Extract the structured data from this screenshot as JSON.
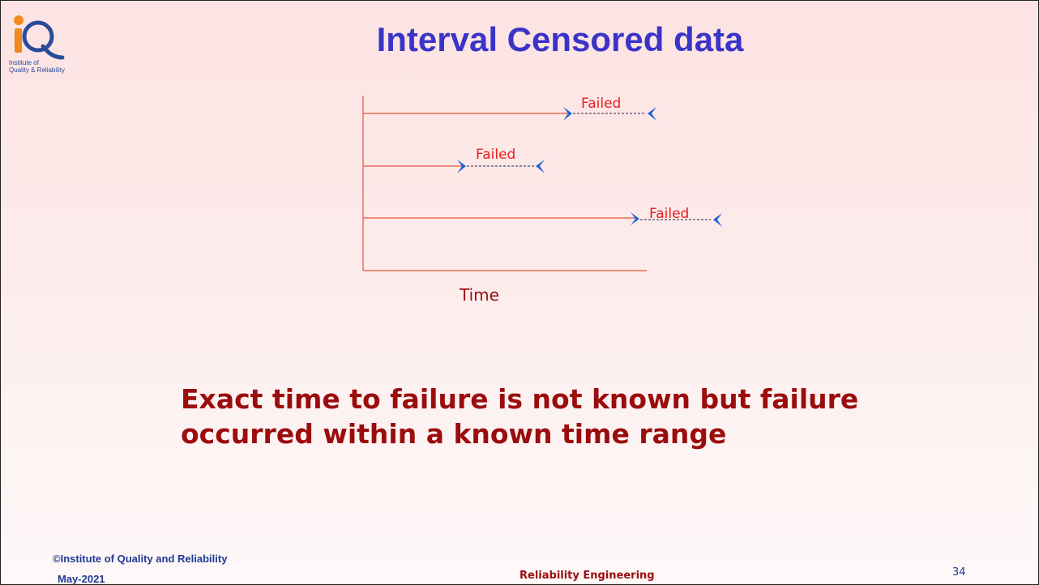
{
  "logo": {
    "caption_line1": "Institute of",
    "caption_line2": "Quality & Reliability"
  },
  "title": "Interval Censored data",
  "diagram": {
    "items": [
      {
        "label": "Failed"
      },
      {
        "label": "Failed"
      },
      {
        "label": "Failed"
      }
    ],
    "axis_label": "Time"
  },
  "body_text": "Exact time to failure is not known but failure occurred within a known time range",
  "footer": {
    "copyright": "©Institute of Quality and Reliability",
    "date": "May-2021",
    "center": "Reliability Engineering",
    "page_number": "34"
  },
  "colors": {
    "title": "#3b34c8",
    "body_text": "#9b0d0d",
    "line": "#e0563a",
    "marker": "#1e63d6",
    "footer": "#1f3a93"
  }
}
